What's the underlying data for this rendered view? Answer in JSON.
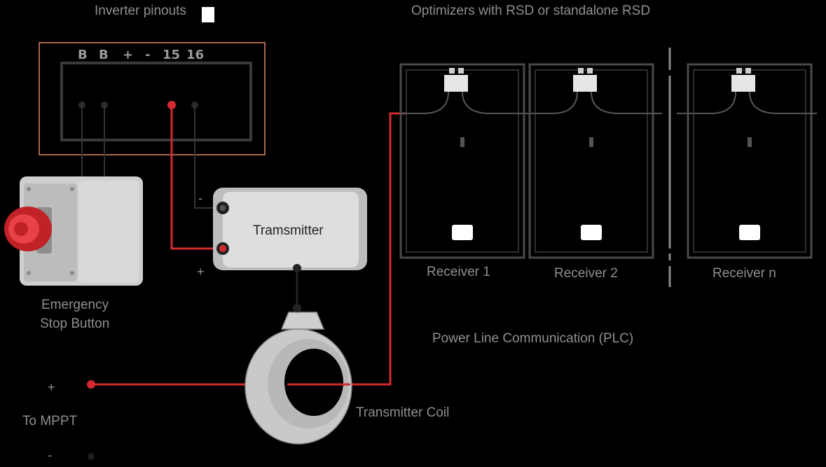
{
  "titles": {
    "inverter": "Inverter pinouts",
    "optimizers": "Optimizers with RSD or standalone RSD"
  },
  "inverter": {
    "pins": [
      "B",
      "B",
      "+",
      "-",
      "15",
      "16"
    ]
  },
  "transmitter": {
    "label": "Tramsmitter",
    "minus": "-",
    "plus": "+"
  },
  "estop": {
    "line1": "Emergency",
    "line2": "Stop Button"
  },
  "mppt": {
    "plus": "+",
    "label": "To MPPT",
    "minus": "-"
  },
  "coil": {
    "label": "Transmitter Coil"
  },
  "plc": {
    "label": "Power Line Communication (PLC)"
  },
  "receivers": [
    {
      "label": "Receiver 1"
    },
    {
      "label": "Receiver 2"
    },
    {
      "label": "Receiver n"
    }
  ],
  "colors": {
    "signal_wire": "#d42a2f",
    "frame_highlight": "#e0866e",
    "device_body": "#d6d6d6",
    "text": "#8f8f8f"
  },
  "icons": {
    "estop": "emergency-stop-button-icon",
    "coil": "transmitter-coil-icon",
    "optimizer": "optimizer-box-icon"
  }
}
